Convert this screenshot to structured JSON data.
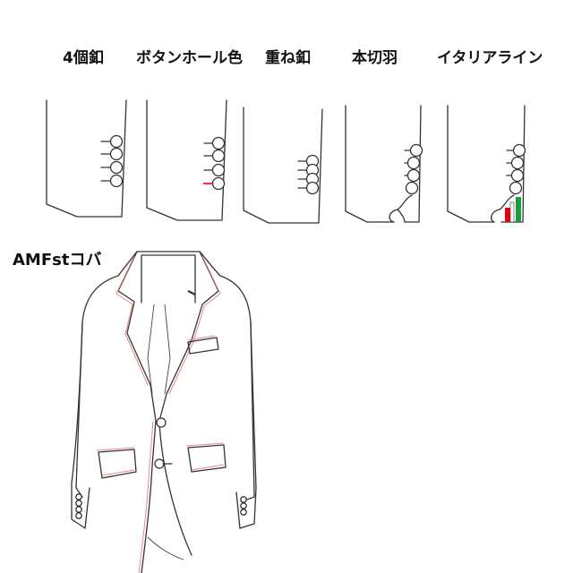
{
  "options": [
    {
      "id": "four-buttons",
      "label": "4個釦"
    },
    {
      "id": "buttonhole-color",
      "label": "ボタンホール色"
    },
    {
      "id": "overlapping-buttons",
      "label": "重ね釦"
    },
    {
      "id": "working-cuffs",
      "label": "本切羽"
    },
    {
      "id": "italian-line",
      "label": "イタリアライン"
    }
  ],
  "jacket": {
    "title": "AMFstコバ"
  },
  "colors": {
    "stroke": "#333333",
    "buttonhole_accent": "#e8384f",
    "amf_stitch": "#e58a8a",
    "italy_red": "#e60012",
    "italy_white": "#ffffff",
    "italy_green": "#1a9b3c"
  }
}
